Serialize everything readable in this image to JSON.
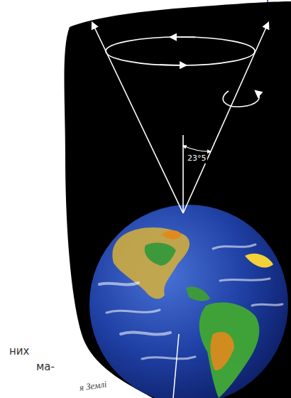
{
  "diagram": {
    "labels": [
      "23°5",
      "них",
      "ма-",
      "я Землі"
    ]
  }
}
